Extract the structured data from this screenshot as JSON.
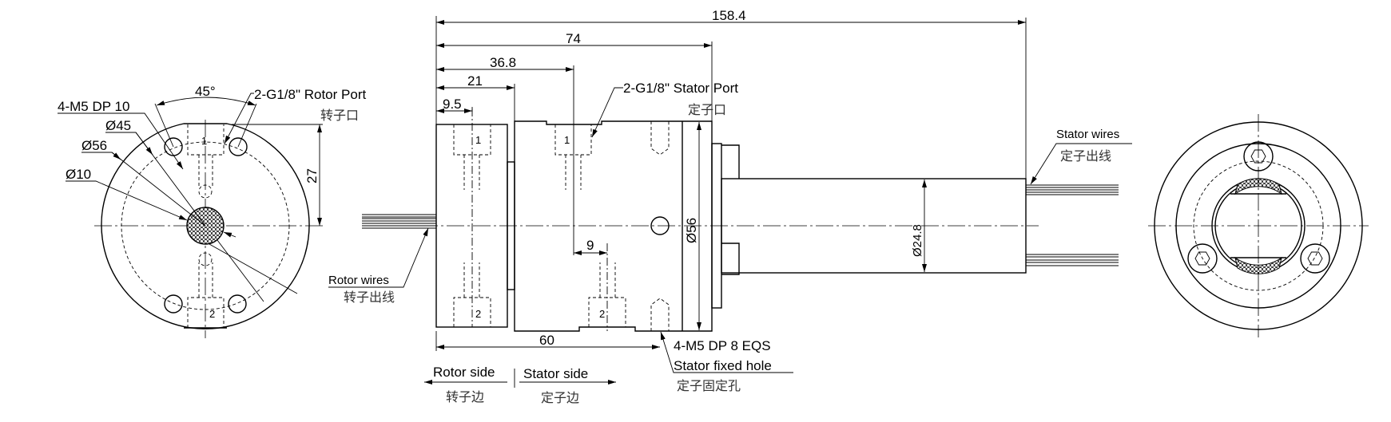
{
  "dimensions": {
    "overall_length": "158.4",
    "body_length": "74",
    "port_offset": "36.8",
    "rotor_length": "21",
    "rotor_port_offset": "9.5",
    "port_spacing": "9",
    "fixed_hole_offset": "60",
    "body_diameter": "Ø56",
    "tube_diameter": "Ø24.8",
    "port_height": "27",
    "angle": "45°"
  },
  "rotor_view": {
    "mount_holes": "4-M5 DP 10",
    "pcd": "Ø45",
    "outer_diameter": "Ø56",
    "bore": "Ø10",
    "rotor_port": "2-G1/8\"  Rotor Port",
    "rotor_port_cn": "转子口",
    "port_1": "1",
    "port_2": "2"
  },
  "labels": {
    "rotor_wires": "Rotor wires",
    "rotor_wires_cn": "转子出线",
    "stator_port": "2-G1/8\" Stator Port",
    "stator_port_cn": "定子口",
    "stator_wires": "Stator wires",
    "stator_wires_cn": "定子出线",
    "fixed_holes": "4-M5 DP 8 EQS",
    "fixed_hole_label": "Stator fixed hole",
    "fixed_hole_cn": "定子固定孔",
    "rotor_side": "Rotor side",
    "rotor_side_cn": "转子边",
    "stator_side": "Stator side",
    "stator_side_cn": "定子边",
    "port_1": "1",
    "port_2": "2"
  }
}
